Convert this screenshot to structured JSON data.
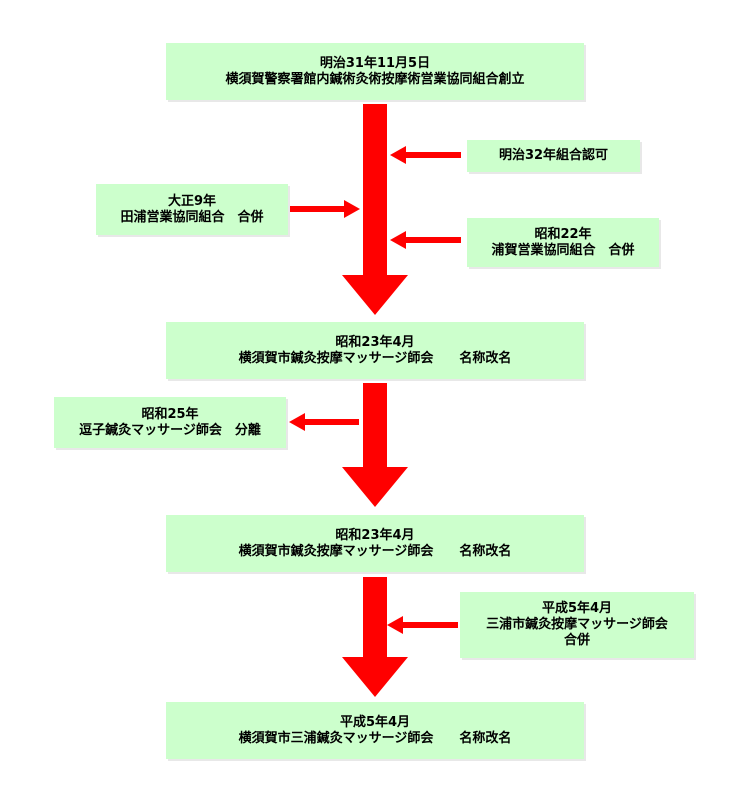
{
  "main_stages": [
    {
      "line1": "明治31年11月5日",
      "line2": "横須賀警察署館内鍼術灸術按摩術営業協同組合創立"
    },
    {
      "line1": "昭和23年4月",
      "line2": "横須賀市鍼灸按摩マッサージ師会　　名称改名"
    },
    {
      "line1": "昭和23年4月",
      "line2": "横須賀市鍼灸按摩マッサージ師会　　名称改名"
    },
    {
      "line1": "平成5年4月",
      "line2": "横須賀市三浦鍼灸マッサージ師会　　名称改名"
    }
  ],
  "events": {
    "meiji32": {
      "line1": "明治32年組合認可"
    },
    "taisho9": {
      "line1": "大正9年",
      "line2": "田浦営業協同組合　合併"
    },
    "showa22": {
      "line1": "昭和22年",
      "line2": "浦賀営業協同組合　合併"
    },
    "showa25": {
      "line1": "昭和25年",
      "line2": "逗子鍼灸マッサージ師会　分離"
    },
    "heisei5": {
      "line1": "平成5年4月",
      "line2": "三浦市鍼灸按摩マッサージ師会",
      "line3": "合併"
    }
  },
  "colors": {
    "arrow": "#ff0000",
    "box_fill": "#ccffcc"
  }
}
